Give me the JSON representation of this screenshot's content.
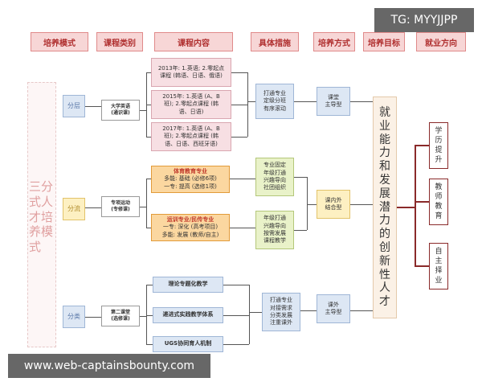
{
  "headers": [
    "培养模式",
    "课程类别",
    "课程内容",
    "具体措施",
    "培养方式",
    "培养目标",
    "就业方向"
  ],
  "title_vertical": "三分式人才培养模式",
  "stages": [
    "分层",
    "分流",
    "分类"
  ],
  "categories": {
    "layered": "大学英语\n(通识课)",
    "flow": "专项运动\n(专修课)",
    "classified": "第二课堂\n(选修课)"
  },
  "course_content": {
    "layered": [
      "2013年: 1.英语; 2.零起点\n课程 (韩语、日语、俄语)",
      "2015年: 1.英语 (A、B\n班); 2.零起点课程 (韩\n语、日语)",
      "2017年: 1.英语 (A、B\n班); 2.零起点课程 (韩\n语、日语、西班牙语)"
    ],
    "flow": [
      {
        "title": "体育教育专业",
        "lines": "多能: 基础 (必修6项)\n一专: 提高 (选修1项)"
      },
      {
        "title": "运训专业/民传专业",
        "lines": "一专: 深化 (高考项目)\n多能: 发展 (教师/自主)"
      }
    ],
    "classified": [
      "理论专题化教学",
      "递进式实践教学体系",
      "UGS协同育人机制"
    ]
  },
  "measures": {
    "layered": "打通专业\n定级分班\n有序滚动",
    "flow": [
      "专业固定\n年级打通\n兴趣导向\n社团组织",
      "年级打通\n兴趣导向\n按需发展\n课程教学"
    ],
    "classified": "打通专业\n对接需求\n分类发展\n注重课外"
  },
  "methods": {
    "layered": "课堂\n主导型",
    "flow": "课内外\n结合型",
    "classified": "课外\n主导型"
  },
  "goal": "就业能力和发展潜力的创新性人才",
  "careers": [
    "学历提升",
    "教师教育",
    "自主择业"
  ],
  "watermark_tag": "TG: MYYJJPP",
  "watermark_site": "www.web-captainsbounty.com",
  "colors": {
    "header_fill": "#f7d6d6",
    "header_text": "#b03030",
    "layered": "#dde7f4",
    "flow": "#fdf0c2",
    "flow_course": "#fbd7a0",
    "goal": "#fbf1e6",
    "career_border": "#8a2a2a"
  }
}
